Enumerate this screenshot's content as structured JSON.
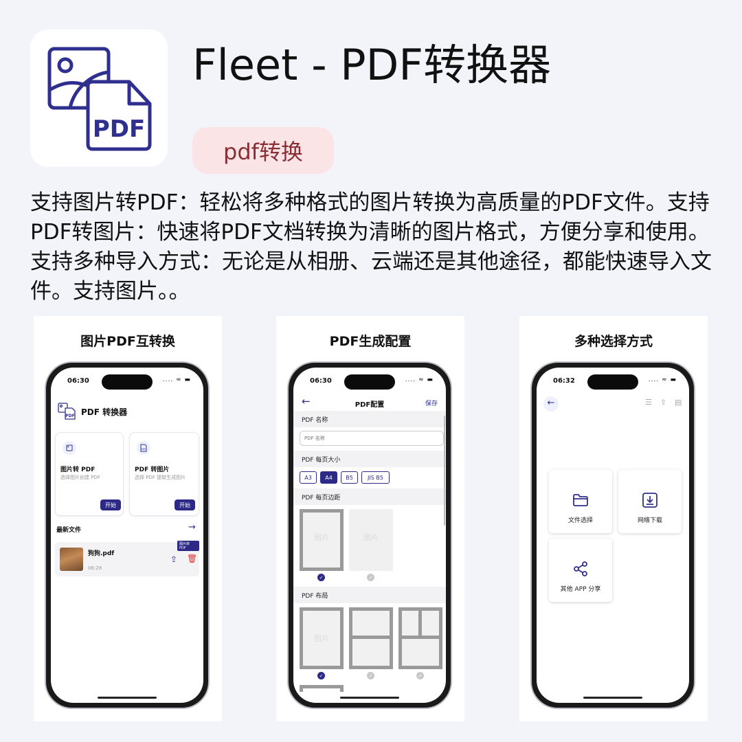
{
  "app": {
    "title": "Fleet - PDF转换器",
    "tag": "pdf转换",
    "description": "支持图片转PDF：轻松将多种格式的图片转换为高质量的PDF文件。支持PDF转图片：快速将PDF文档转换为清晰的图片格式，方便分享和使用。支持多种导入方式：无论是从相册、云端还是其他途径，都能快速导入文件。支持图片。。",
    "icon_text": "PDF",
    "accent_color": "#2c2a86",
    "tag_bg": "#fbe4e6"
  },
  "panels": [
    {
      "title": "图片PDF互转换",
      "time": "06:30",
      "header": "PDF 转换器",
      "header_icon_text": "PDF",
      "cards": [
        {
          "title": "图片转 PDF",
          "subtitle": "选择图片创建 PDF",
          "button": "开始"
        },
        {
          "title": "PDF 转图片",
          "subtitle": "选择 PDF 提取生成图片",
          "button": "开始",
          "icon_text": "PDF"
        }
      ],
      "recent_label": "最新文件",
      "file": {
        "name": "狗狗.pdf",
        "time": "06:28",
        "badge": "图片转 PDF"
      }
    },
    {
      "title": "PDF生成配置",
      "time": "06:30",
      "nav_title": "PDF配置",
      "save": "保存",
      "name_label": "PDF 名称",
      "name_placeholder": "PDF 名称",
      "size_label": "PDF 每页大小",
      "sizes": [
        "A3",
        "A4",
        "B5",
        "JIS B5"
      ],
      "selected_size": "A4",
      "margin_label": "PDF 每页边距",
      "layout_label": "PDF 布局",
      "placeholder_text": "图片"
    },
    {
      "title": "多种选择方式",
      "time": "06:32",
      "options": [
        {
          "label": "文件选择",
          "icon": "folder-icon"
        },
        {
          "label": "网络下载",
          "icon": "download-icon"
        },
        {
          "label": "其他 APP 分享",
          "icon": "share-icon"
        }
      ]
    }
  ]
}
